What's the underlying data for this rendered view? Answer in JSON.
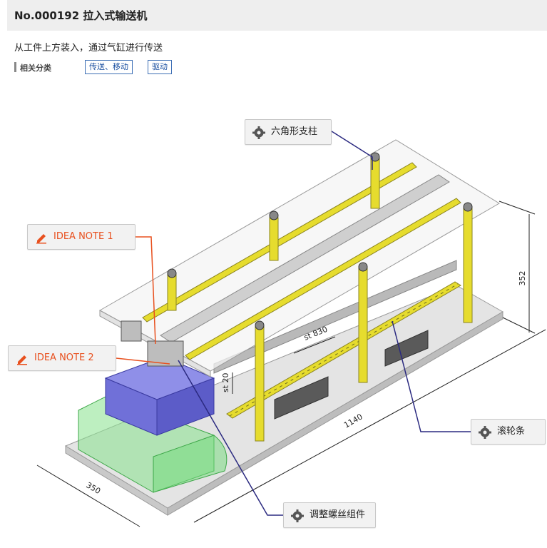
{
  "header": {
    "title": "No.000192 拉入式输送机"
  },
  "description": "从工件上方装入，通过气缸进行传送",
  "related": {
    "label": "相关分类",
    "tags": [
      "传送、移动",
      "驱动"
    ]
  },
  "callouts": {
    "hex_pillar": "六角形支柱",
    "idea_note_1": "IDEA NOTE 1",
    "idea_note_2": "IDEA NOTE 2",
    "roller_strip": "滚轮条",
    "adjust_screw": "调整螺丝组件"
  },
  "dimensions": {
    "height": "352",
    "stroke_830": "st 830",
    "stroke_20": "st 20",
    "length": "1140",
    "width": "350"
  },
  "colors": {
    "accent_orange": "#e8501e",
    "leader_navy": "#2b2a80",
    "pillar_yellow": "#e6dc2e",
    "work_blue": "#7474e0",
    "guide_green": "#86e28c"
  }
}
